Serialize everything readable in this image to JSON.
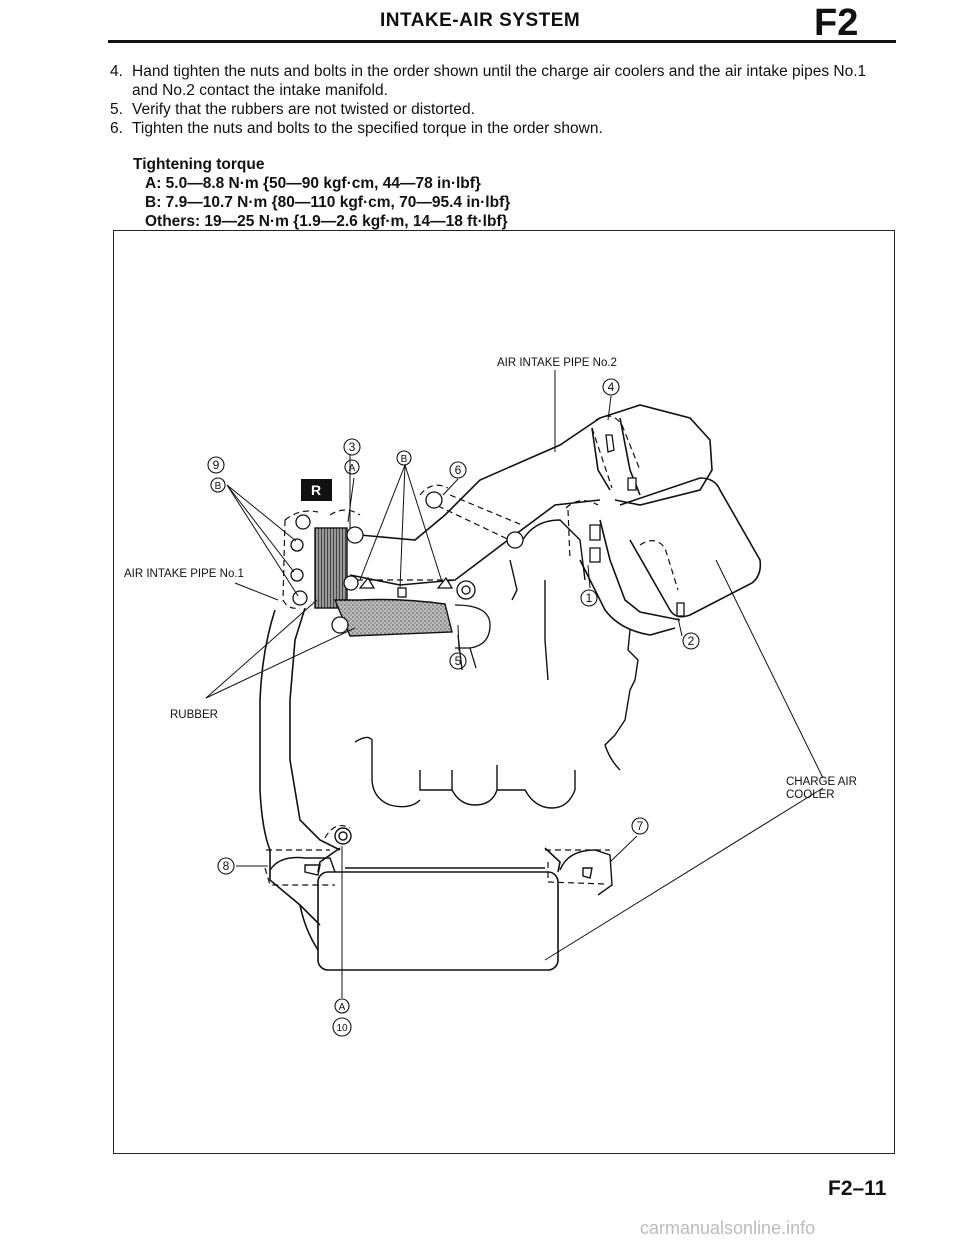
{
  "header": {
    "title": "INTAKE-AIR SYSTEM",
    "code": "F2"
  },
  "steps": [
    {
      "num": "4.",
      "text": "Hand tighten the nuts and bolts in the order shown until the charge air coolers and the air intake pipes No.1 and No.2 contact the intake manifold."
    },
    {
      "num": "5.",
      "text": "Verify that the rubbers are not twisted or distorted."
    },
    {
      "num": "6.",
      "text": "Tighten the nuts and bolts to the specified torque in the order shown."
    }
  ],
  "torque": {
    "heading": "Tightening torque",
    "lines": [
      "A: 5.0—8.8 N·m {50—90 kgf·cm, 44—78 in·lbf}",
      "B: 7.9—10.7 N·m {80—110 kgf·cm, 70—95.4 in·lbf}",
      "Others: 19—25 N·m {1.9—2.6 kgf·m, 14—18 ft·lbf}"
    ]
  },
  "diagram": {
    "labels": {
      "pipe2": "AIR INTAKE PIPE No.2",
      "pipe1": "AIR INTAKE PIPE No.1",
      "rubber": "RUBBER",
      "cooler_l1": "CHARGE AIR",
      "cooler_l2": "COOLER",
      "badge": "R"
    },
    "callouts": {
      "c1": "1",
      "c2": "2",
      "c3": "3",
      "c4": "4",
      "c5": "5",
      "c6": "6",
      "c7": "7",
      "c8": "8",
      "c9": "9",
      "c10": "10",
      "a_top": "A",
      "a_bottom": "A",
      "b_top": "B",
      "b_left": "B"
    }
  },
  "footer": {
    "page": "F2–11",
    "watermark": "carmanualsonline.info"
  },
  "colors": {
    "ink": "#111111",
    "watermark": "#bbbbbb"
  }
}
